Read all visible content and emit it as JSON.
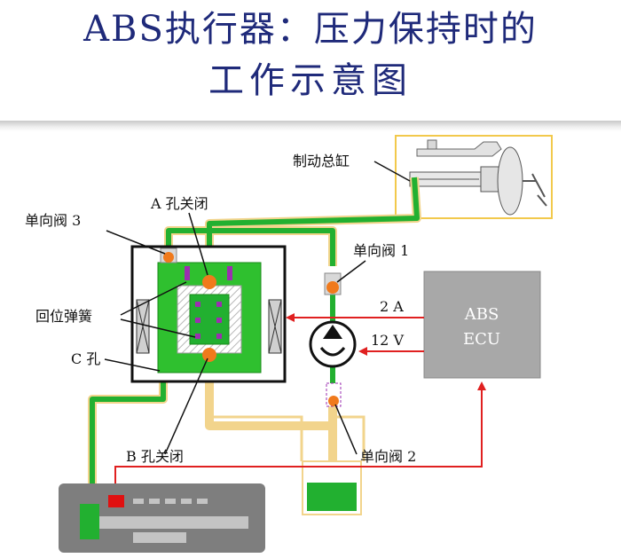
{
  "title": {
    "line1": "ABS执行器：压力保持时的",
    "line2": "工作示意图"
  },
  "labels": {
    "master_cylinder": "制动总缸",
    "hole_a_closed": "A 孔关闭",
    "check_valve_3": "单向阀 3",
    "check_valve_1": "单向阀 1",
    "return_spring": "回位弹簧",
    "hole_c": "C 孔",
    "hole_b_closed": "B 孔关闭",
    "check_valve_2": "单向阀 2",
    "current": "2 A",
    "voltage": "12 V"
  },
  "ecu": {
    "line1": "ABS",
    "line2": "ECU"
  },
  "colors": {
    "title": "#1f2a7a",
    "fluid": "#22b030",
    "pipe_outline": "#f2d48c",
    "solenoid_body": "#2fc02f",
    "valve": "#f07a1c",
    "signal": "#e02020",
    "ecu": "#a8a8a8",
    "spring": "#9b2fb0"
  }
}
